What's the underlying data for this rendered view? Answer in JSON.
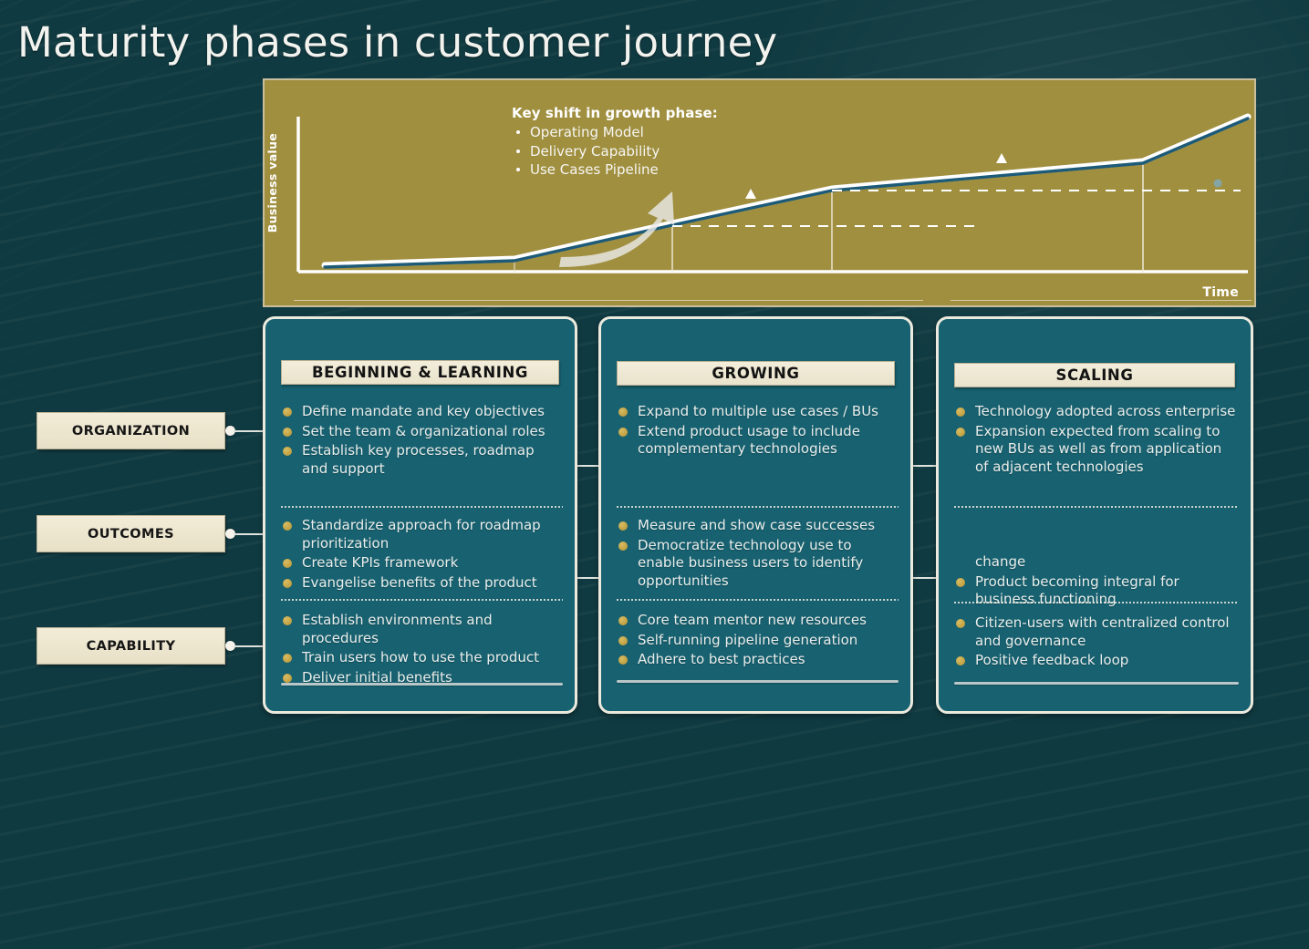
{
  "title": "Maturity phases in customer journey",
  "chart": {
    "ylabel": "Business value",
    "xlabel": "Time",
    "callout": {
      "heading": "Key shift in growth phase:",
      "items": [
        "Operating Model",
        "Delivery Capability",
        "Use Cases Pipeline"
      ]
    }
  },
  "chart_data": {
    "type": "line",
    "title": "Maturity phases in customer journey",
    "xlabel": "Time",
    "ylabel": "Business value",
    "x": [
      0,
      1,
      2,
      3,
      4,
      5
    ],
    "series": [
      {
        "name": "Business value over time",
        "values": [
          8,
          14,
          46,
          62,
          78,
          96
        ]
      }
    ],
    "xlim": [
      0,
      5
    ],
    "ylim": [
      0,
      100
    ],
    "grid": false,
    "legend": "none",
    "annotations": [
      "Key shift in growth phase: Operating Model",
      "Key shift in growth phase: Delivery Capability",
      "Key shift in growth phase: Use Cases Pipeline"
    ],
    "phase_markers": [
      "Beginning & Learning",
      "Growing",
      "Scaling"
    ]
  },
  "side_labels": [
    {
      "label": "ORGANIZATION"
    },
    {
      "label": "OUTCOMES"
    },
    {
      "label": "CAPABILITY"
    }
  ],
  "cards": [
    {
      "header": "BEGINNING & LEARNING",
      "groups": [
        {
          "items": [
            "Define mandate and key objectives",
            "Set the team & organizational roles",
            "Establish key processes, roadmap and support"
          ]
        },
        {
          "items": [
            "Standardize approach for roadmap prioritization",
            "Create KPIs framework",
            "Evangelise benefits of the product"
          ]
        },
        {
          "items": [
            "Establish environments and procedures",
            "Train users how to use the product",
            "Deliver initial benefits"
          ]
        }
      ]
    },
    {
      "header": "GROWING",
      "groups": [
        {
          "items": [
            "Expand to multiple use cases  / BUs",
            "Extend product usage to include complementary technologies"
          ]
        },
        {
          "items": [
            "Measure and show case successes",
            "Democratize technology use to enable business users to identify opportunities"
          ]
        },
        {
          "items": [
            "Core team mentor new resources",
            "Self-running pipeline generation",
            "Adhere to best practices"
          ]
        }
      ]
    },
    {
      "header": "SCALING",
      "groups": [
        {
          "items": [
            "Technology adopted across enterprise",
            "Expansion expected from scaling to new BUs as well as from application of adjacent technologies"
          ]
        },
        {
          "orphan": "change",
          "items": [
            "Product becoming integral for business functioning"
          ]
        },
        {
          "items": [
            "Citizen-users with centralized control and governance",
            "Positive feedback loop"
          ]
        }
      ]
    }
  ],
  "colors": {
    "background": "#103a41",
    "chart_panel": "#a08f3f",
    "card_body": "#176170",
    "card_border": "#eceade",
    "header_cream": "#f1ebd7",
    "bullet_gold": "#c9a84c",
    "line_white": "#ffffff",
    "line_blue": "#1c5a78"
  }
}
